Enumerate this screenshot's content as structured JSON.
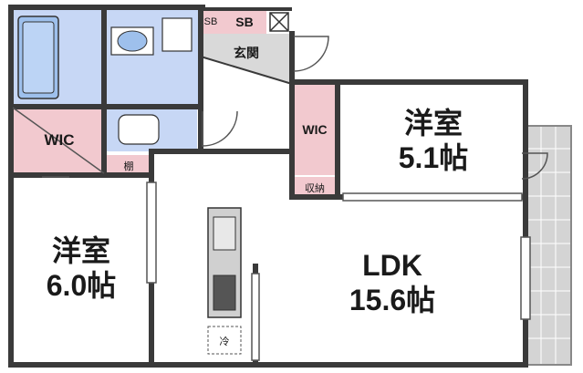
{
  "rooms": {
    "western_room_1": {
      "name": "洋室",
      "size": "5.1帖"
    },
    "western_room_2": {
      "name": "洋室",
      "size": "6.0帖"
    },
    "ldk": {
      "name": "LDK",
      "size": "15.6帖"
    },
    "wic_left": {
      "name": "WIC"
    },
    "wic_right": {
      "name": "WIC"
    },
    "entrance": {
      "name": "玄関"
    },
    "shelf": {
      "name": "棚"
    },
    "storage": {
      "name": "収納"
    },
    "sb_small": {
      "name": "SB"
    },
    "sb_large": {
      "name": "SB"
    },
    "fridge": {
      "name": "冷"
    }
  },
  "colors": {
    "wet_area": "#c7d7f5",
    "closet": "#f2c9cf",
    "entrance": "#d9d9d9",
    "balcony": "#d4d4d4",
    "wall": "#3a3a3a"
  }
}
